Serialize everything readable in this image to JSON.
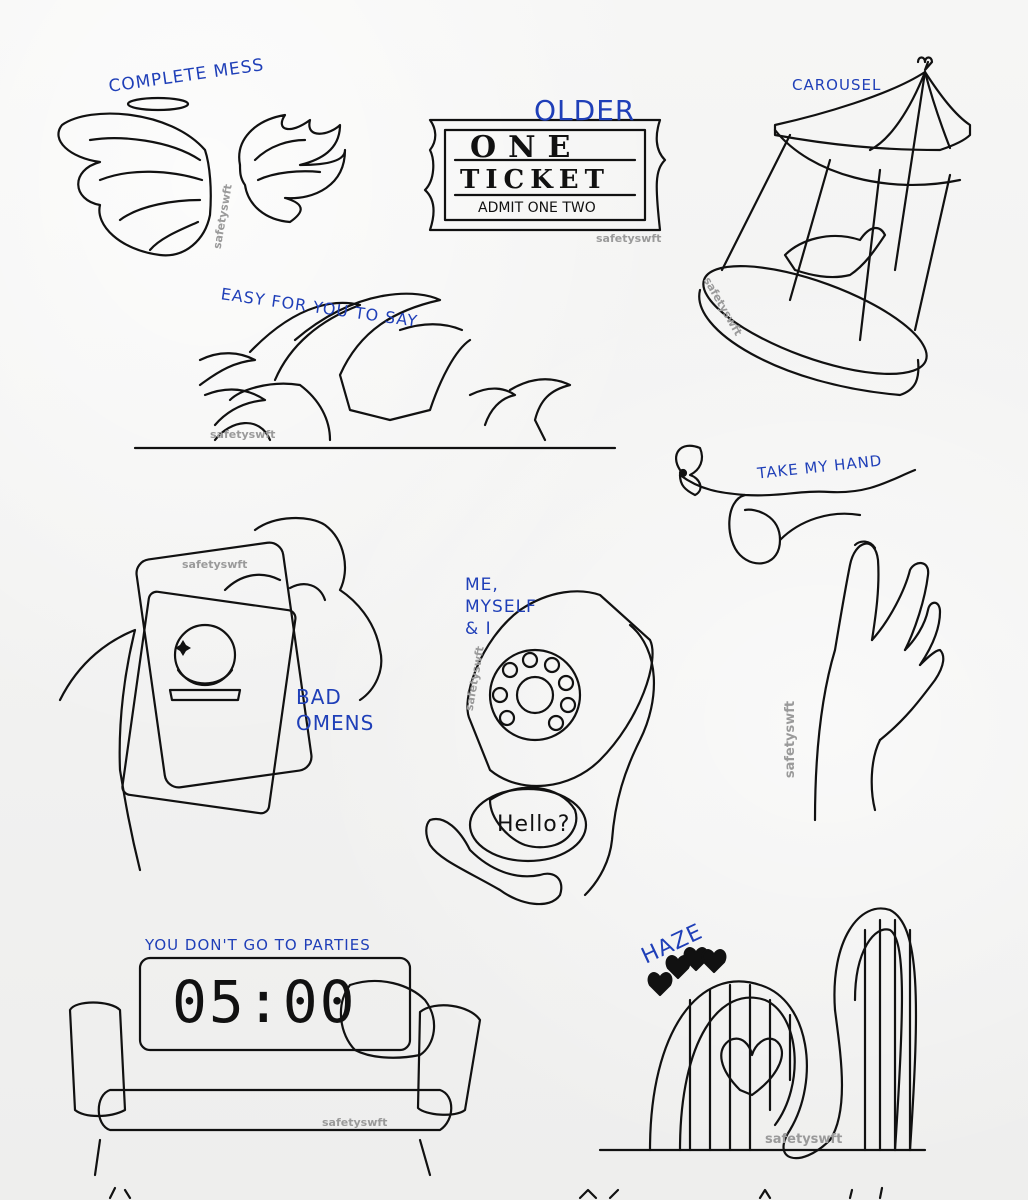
{
  "labels": {
    "complete_mess": "COMPLETE MESS",
    "older": "OLDER",
    "carousel": "CAROUSEL",
    "easy_for_you": "EASY FOR YOU TO SAY",
    "take_my_hand": "TAKE MY HAND",
    "bad_omens": "BAD OMENS",
    "me_myself": "ME, MYSELF & I",
    "hello": "Hello?",
    "parties": "YOU DON'T GO TO PARTIES",
    "haze": "HAZE"
  },
  "ticket": {
    "line1": "ONE",
    "line2": "TICKET",
    "line3": "ADMIT ONE TWO"
  },
  "clock_time": "05:00",
  "watermark": "safetyswft",
  "colors": {
    "ink": "#111111",
    "label_blue": "#1f3fb8",
    "paper": "#f3f3f2"
  }
}
